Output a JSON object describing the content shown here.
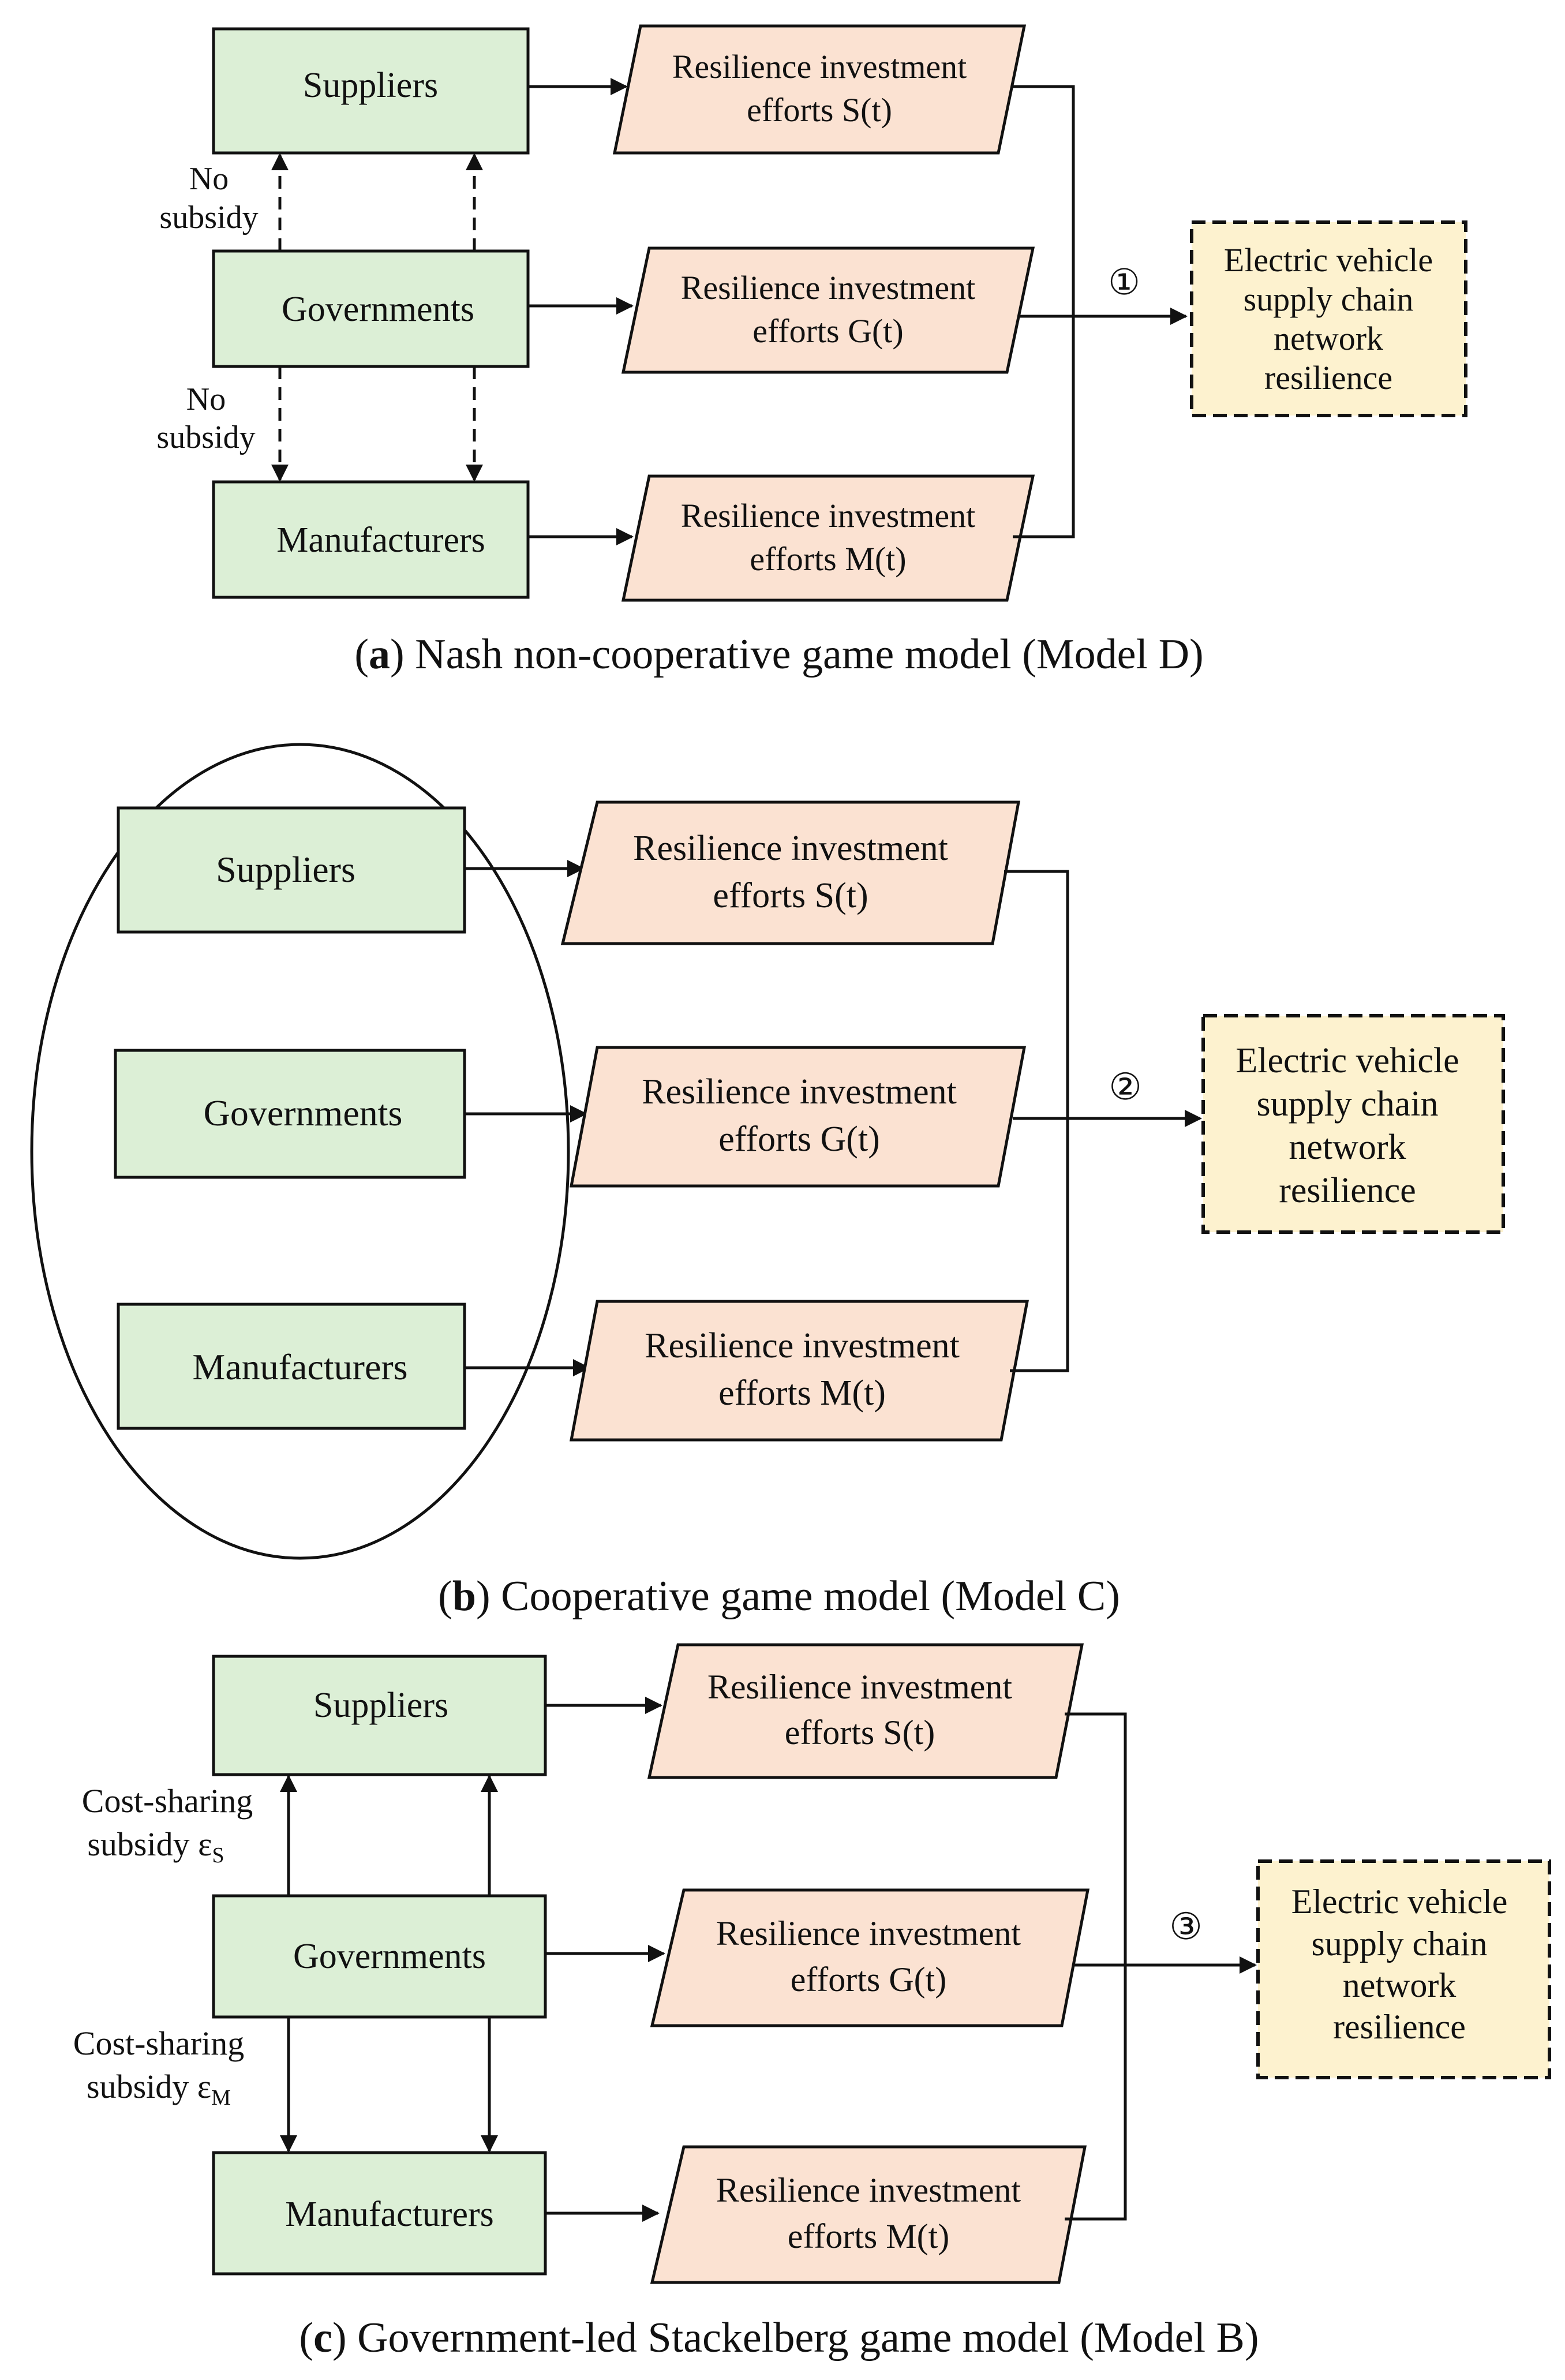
{
  "colors": {
    "actor_fill": "#dcefd6",
    "effort_fill": "#fbe2d2",
    "outcome_fill": "#fdf2cf",
    "stroke": "#111111"
  },
  "panel_a": {
    "actors": {
      "suppliers": "Suppliers",
      "governments": "Governments",
      "manufacturers": "Manufacturers"
    },
    "efforts": {
      "s": {
        "line1": "Resilience investment",
        "line2": "efforts",
        "var": "S(t)"
      },
      "g": {
        "line1": "Resilience investment",
        "line2": "efforts",
        "var": "G(t)"
      },
      "m": {
        "line1": "Resilience investment",
        "line2": "efforts",
        "var": "M(t)"
      }
    },
    "outcome": {
      "line1": "Electric vehicle",
      "line2": "supply chain",
      "line3": "network",
      "line4": "resilience"
    },
    "marker": "①",
    "subsidy_top": {
      "line1": "No",
      "line2": "subsidy"
    },
    "subsidy_bottom": {
      "line1": "No",
      "line2": "subsidy"
    },
    "caption": {
      "letter": "a",
      "text": " Nash non-cooperative game model (Model D)"
    }
  },
  "panel_b": {
    "actors": {
      "suppliers": "Suppliers",
      "governments": "Governments",
      "manufacturers": "Manufacturers"
    },
    "efforts": {
      "s": {
        "line1": "Resilience investment",
        "line2": "efforts",
        "var": "S(t)"
      },
      "g": {
        "line1": "Resilience investment",
        "line2": "efforts",
        "var": "G(t)"
      },
      "m": {
        "line1": "Resilience investment",
        "line2": "efforts",
        "var": "M(t)"
      }
    },
    "outcome": {
      "line1": "Electric vehicle",
      "line2": "supply chain",
      "line3": "network",
      "line4": "resilience"
    },
    "marker": "②",
    "caption": {
      "letter": "b",
      "text": " Cooperative game model (Model C)"
    }
  },
  "panel_c": {
    "actors": {
      "suppliers": "Suppliers",
      "governments": "Governments",
      "manufacturers": "Manufacturers"
    },
    "efforts": {
      "s": {
        "line1": "Resilience investment",
        "line2": "efforts",
        "var": "S(t)"
      },
      "g": {
        "line1": "Resilience investment",
        "line2": "efforts",
        "var": "G(t)"
      },
      "m": {
        "line1": "Resilience investment",
        "line2": "efforts",
        "var": "M(t)"
      }
    },
    "outcome": {
      "line1": "Electric vehicle",
      "line2": "supply chain",
      "line3": "network",
      "line4": "resilience"
    },
    "marker": "③",
    "subsidy_top": {
      "line1": "Cost-sharing",
      "line2": "subsidy",
      "symbol": "ε",
      "sub": "S"
    },
    "subsidy_bottom": {
      "line1": "Cost-sharing",
      "line2": "subsidy",
      "symbol": "ε",
      "sub": "M"
    },
    "caption": {
      "letter": "c",
      "text": " Government-led Stackelberg game model (Model B)"
    }
  }
}
